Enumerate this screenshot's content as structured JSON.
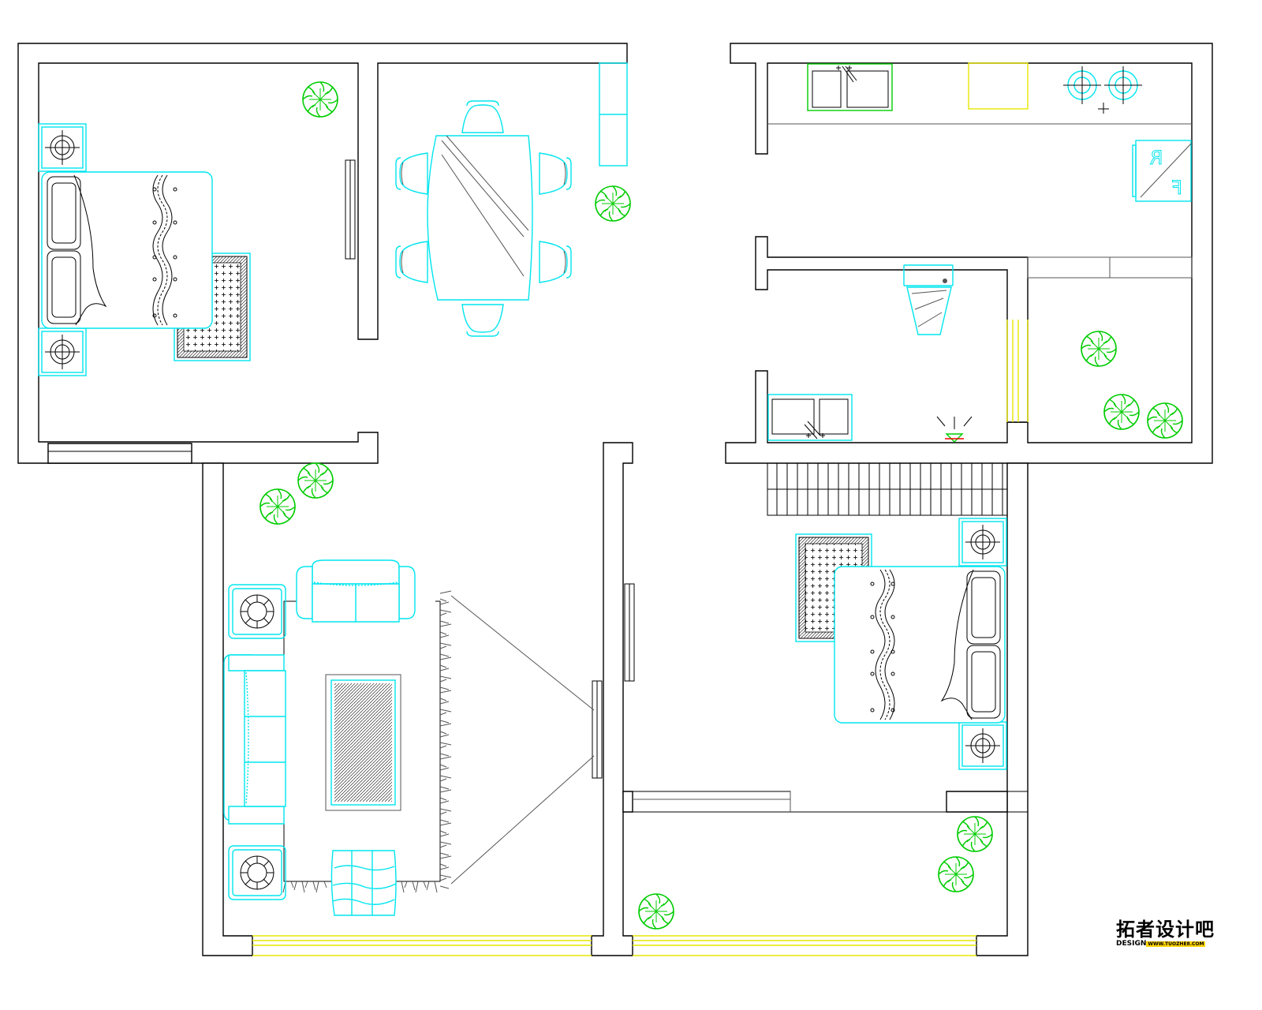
{
  "logo": {
    "text": "拓者设计吧",
    "sub_prefix": "DESIGN",
    "sub_url": "WWW.TUOZHE8.COM"
  },
  "fridge": {
    "mark_r": "R",
    "mark_f": "F"
  },
  "colors": {
    "wall": "#000000",
    "furniture": "#00e5ee",
    "plant": "#00cc00",
    "window": "#e6e600",
    "detail": "#555555"
  }
}
